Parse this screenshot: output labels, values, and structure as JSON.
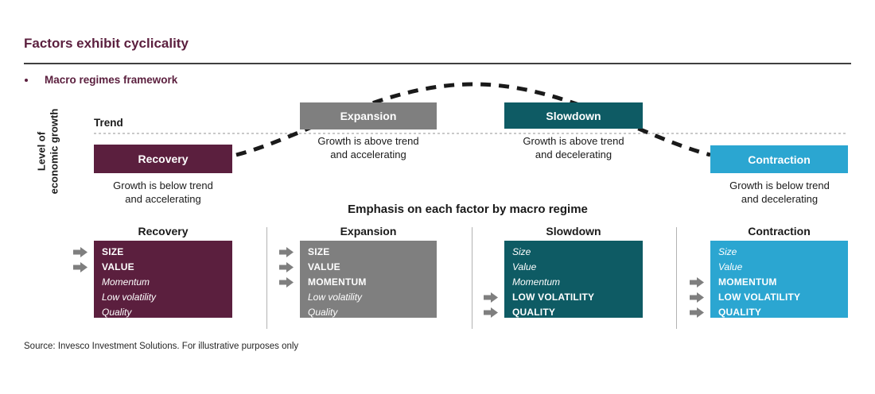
{
  "slide": {
    "title": "Factors exhibit cyclicality",
    "bullet": "Macro regimes framework",
    "source": "Source: Invesco Investment Solutions. For illustrative purposes only"
  },
  "diagram": {
    "y_axis_label": {
      "line1": "Level of",
      "line2": "economic growth"
    },
    "trend_label": "Trend",
    "regimes": [
      {
        "name": "Recovery",
        "caption_line1": "Growth is below trend",
        "caption_line2": "and accelerating",
        "color": "#5b1f3e",
        "position": "below-trend"
      },
      {
        "name": "Expansion",
        "caption_line1": "Growth is above trend",
        "caption_line2": "and accelerating",
        "color": "#7f7f7f",
        "position": "above-trend"
      },
      {
        "name": "Slowdown",
        "caption_line1": "Growth is above trend",
        "caption_line2": "and decelerating",
        "color": "#0e5b64",
        "position": "above-trend"
      },
      {
        "name": "Contraction",
        "caption_line1": "Growth is below trend",
        "caption_line2": "and decelerating",
        "color": "#2ba6d1",
        "position": "below-trend"
      }
    ]
  },
  "factor_section": {
    "heading": "Emphasis on each factor by macro regime",
    "columns": [
      {
        "name": "Recovery",
        "color": "#5b1f3e",
        "factors": [
          {
            "label": "SIZE",
            "emphasized": true
          },
          {
            "label": "VALUE",
            "emphasized": true
          },
          {
            "label": "Momentum",
            "emphasized": false
          },
          {
            "label": "Low volatility",
            "emphasized": false
          },
          {
            "label": "Quality",
            "emphasized": false
          }
        ]
      },
      {
        "name": "Expansion",
        "color": "#7f7f7f",
        "factors": [
          {
            "label": "SIZE",
            "emphasized": true
          },
          {
            "label": "VALUE",
            "emphasized": true
          },
          {
            "label": "MOMENTUM",
            "emphasized": true
          },
          {
            "label": "Low volatility",
            "emphasized": false
          },
          {
            "label": "Quality",
            "emphasized": false
          }
        ]
      },
      {
        "name": "Slowdown",
        "color": "#0e5b64",
        "factors": [
          {
            "label": "Size",
            "emphasized": false
          },
          {
            "label": "Value",
            "emphasized": false
          },
          {
            "label": "Momentum",
            "emphasized": false
          },
          {
            "label": "LOW VOLATILITY",
            "emphasized": true
          },
          {
            "label": "QUALITY",
            "emphasized": true
          }
        ]
      },
      {
        "name": "Contraction",
        "color": "#2ba6d1",
        "factors": [
          {
            "label": "Size",
            "emphasized": false
          },
          {
            "label": "Value",
            "emphasized": false
          },
          {
            "label": "MOMENTUM",
            "emphasized": true
          },
          {
            "label": "LOW VOLATILITY",
            "emphasized": true
          },
          {
            "label": "QUALITY",
            "emphasized": true
          }
        ]
      }
    ]
  },
  "colors": {
    "maroon": "#5b1f3e",
    "gray": "#7f7f7f",
    "teal": "#0e5b64",
    "light_blue": "#2ba6d1",
    "arrow": "#7f7f7f",
    "trend_line": "#a9a9a9",
    "cycle_curve": "#1a1a1a",
    "divider": "#b3b3b3",
    "title_rule": "#404040",
    "text": "#1a1a1a"
  }
}
